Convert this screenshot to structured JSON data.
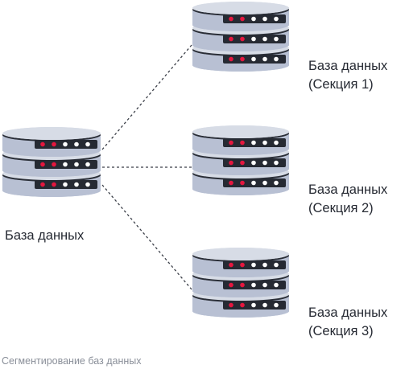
{
  "nodes": {
    "source": {
      "label": "База данных"
    },
    "shards": [
      {
        "line1": "База данных",
        "line2": "(Секция 1)"
      },
      {
        "line1": "База данных",
        "line2": "(Секция 2)"
      },
      {
        "line1": "База данных",
        "line2": "(Секция 3)"
      }
    ]
  },
  "caption": "Сегментирование баз данных",
  "colors": {
    "disk_body": "#b8c0d3",
    "disk_top": "#d7dce6",
    "disk_edge": "#2a2e37",
    "panel": "#262a33",
    "led_red": "#e5173f",
    "led_white": "#ffffff",
    "connector": "#3a3e47"
  }
}
